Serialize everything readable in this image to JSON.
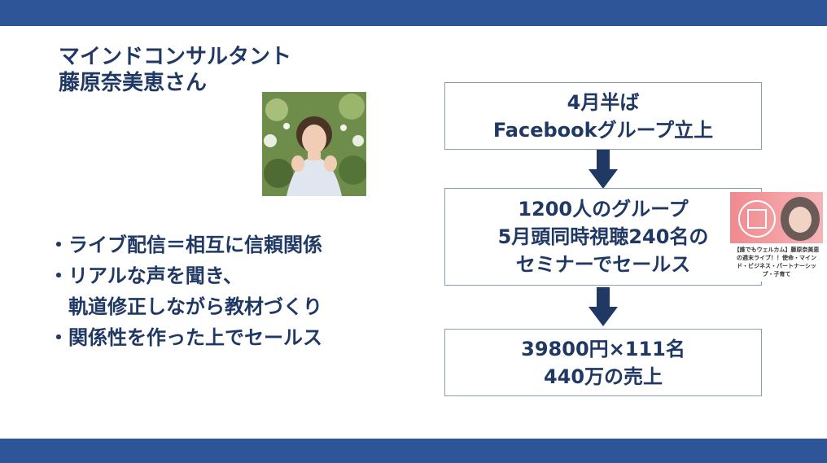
{
  "title": {
    "line1": "マインドコンサルタント",
    "line2": "藤原奈美恵さん"
  },
  "bullets": [
    "・ライブ配信＝相互に信頼関係",
    "・リアルな声を聞き、",
    "軌道修正しながら教材づくり",
    "・関係性を作った上でセールス"
  ],
  "flow": {
    "box1": [
      "4月半ば",
      "Facebookグループ立上"
    ],
    "box2": [
      "1200人のグループ",
      "5月頭同時視聴240名の",
      "セミナーでセールス"
    ],
    "box3": [
      "39800円×111名",
      "440万の売上"
    ]
  },
  "thumbnail": {
    "caption": "【誰でもウェルカム】藤原奈美恵の週末ライブ！！使命・マインド・ビジネス・パートナーシップ・子育て"
  },
  "colors": {
    "bar": "#2e5597",
    "text": "#1f3864",
    "arrow": "#1f3864"
  }
}
